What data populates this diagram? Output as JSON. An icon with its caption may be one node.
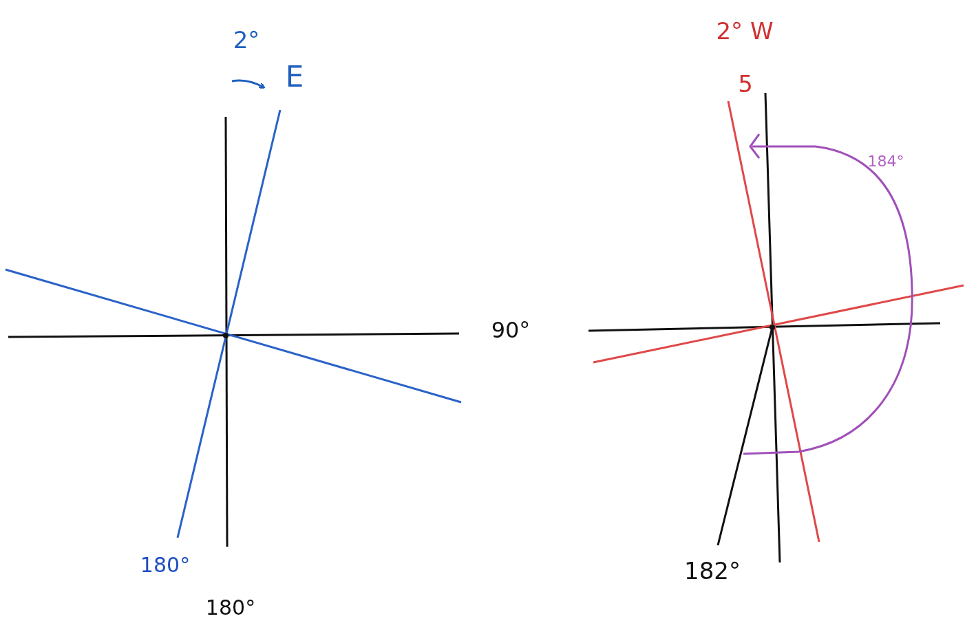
{
  "diagram": {
    "labels": [
      "2°",
      "E",
      "90°",
      "180°",
      "180°",
      "2° W",
      "5",
      "184°",
      "182°"
    ]
  }
}
